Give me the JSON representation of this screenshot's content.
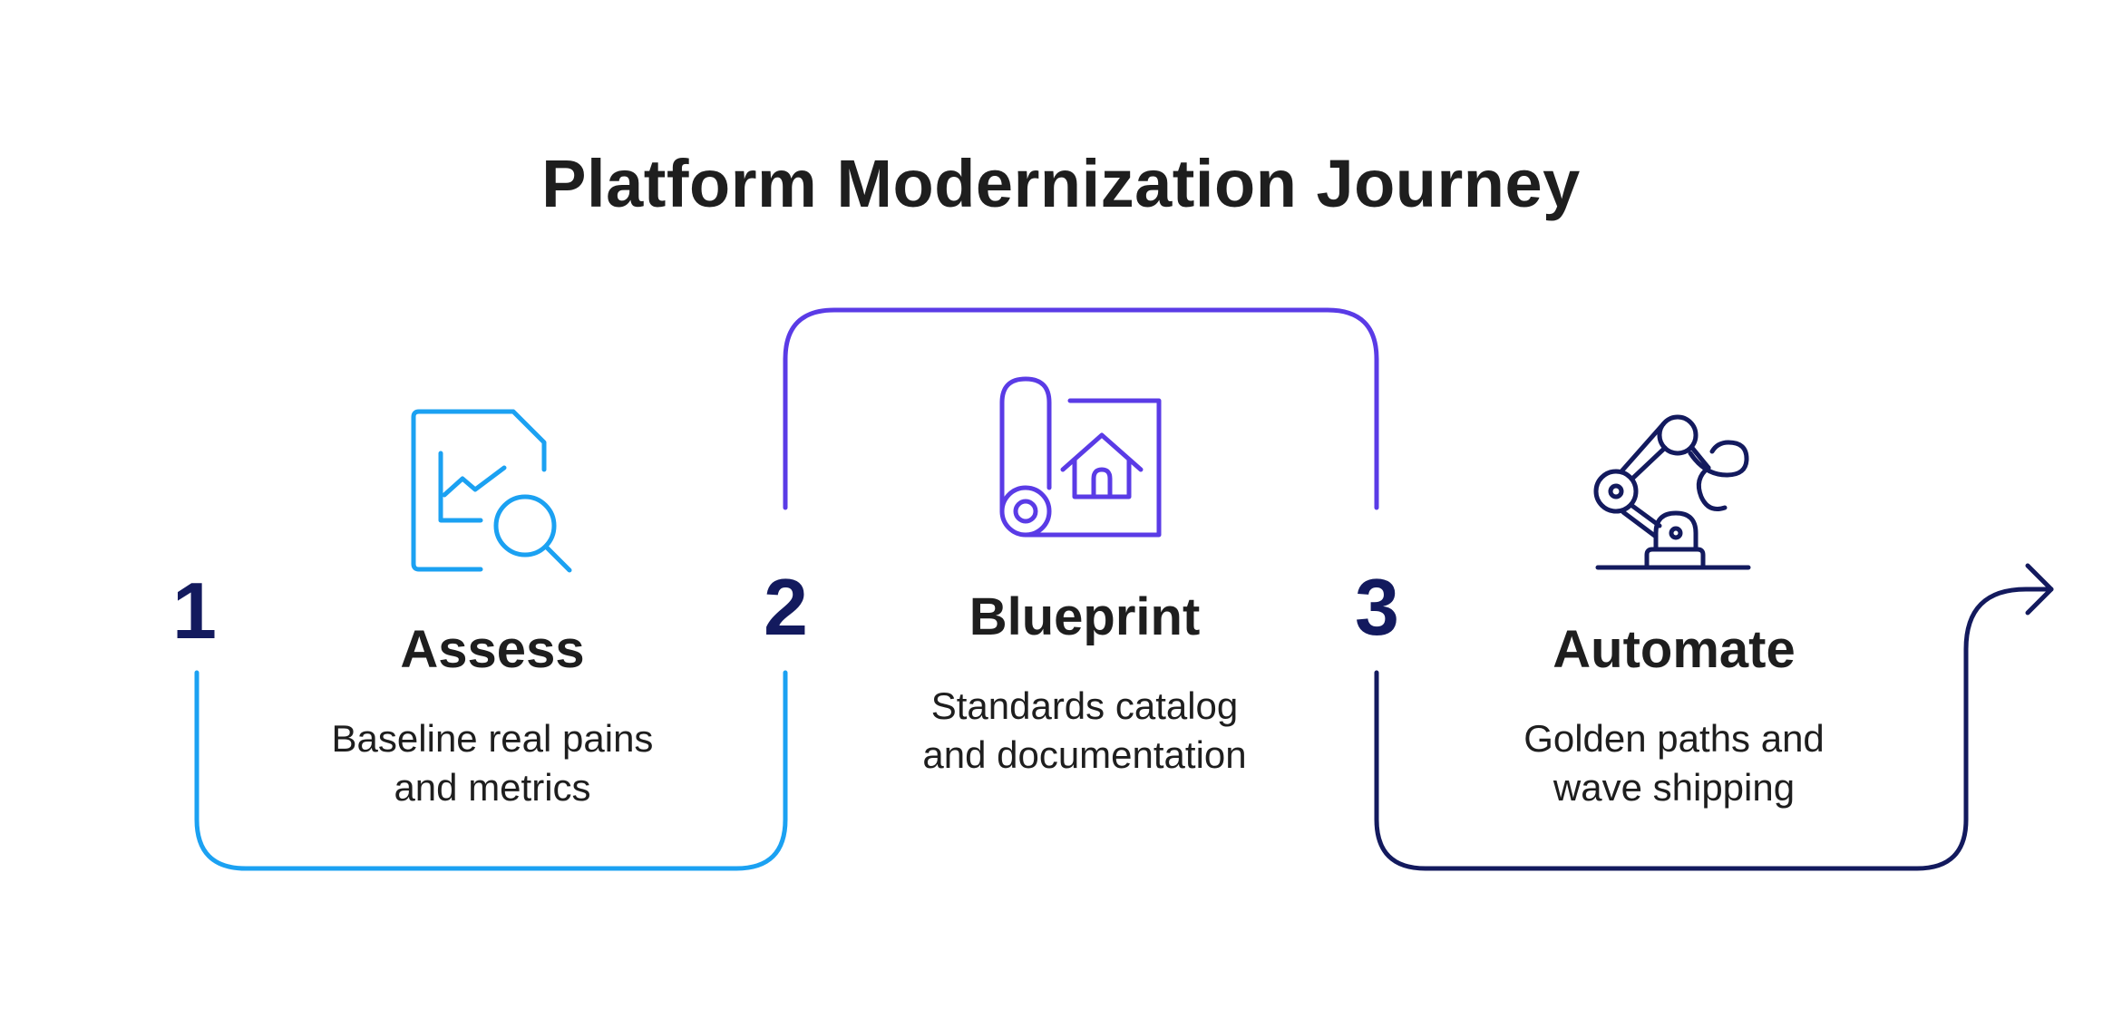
{
  "title": "Platform Modernization Journey",
  "colors": {
    "assess": "#1ba1f2",
    "blueprint": "#5a3be6",
    "automate": "#131a5e",
    "text": "#1e1e1e"
  },
  "steps": [
    {
      "number": "1",
      "title": "Assess",
      "description": [
        "Baseline real pains",
        "and metrics"
      ],
      "icon": "report-search-icon"
    },
    {
      "number": "2",
      "title": "Blueprint",
      "description": [
        "Standards catalog",
        "and documentation"
      ],
      "icon": "blueprint-house-icon"
    },
    {
      "number": "3",
      "title": "Automate",
      "description": [
        "Golden paths and",
        "wave shipping"
      ],
      "icon": "robot-arm-icon"
    }
  ]
}
